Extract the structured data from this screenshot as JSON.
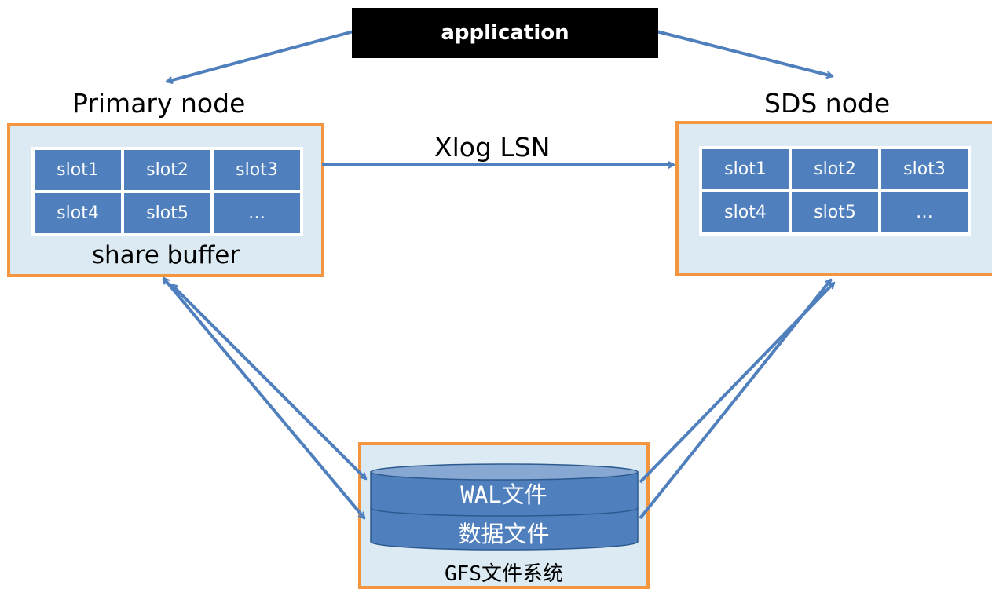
{
  "application": {
    "label": "application"
  },
  "primary": {
    "title": "Primary node",
    "slots": [
      "slot1",
      "slot2",
      "slot3",
      "slot4",
      "slot5",
      "…"
    ],
    "caption": "share buffer"
  },
  "sds": {
    "title": "SDS node",
    "slots": [
      "slot1",
      "slot2",
      "slot3",
      "slot4",
      "slot5",
      "…"
    ]
  },
  "link_label": "Xlog LSN",
  "storage": {
    "wal_label": "WAL文件",
    "data_label": "数据文件",
    "caption": "GFS文件系统"
  },
  "colors": {
    "arrow": "#4f7fbd",
    "node_fill": "#dcebf3",
    "node_border": "#f4953f",
    "slot_fill": "#4f7fbd",
    "app_fill": "#000000"
  }
}
